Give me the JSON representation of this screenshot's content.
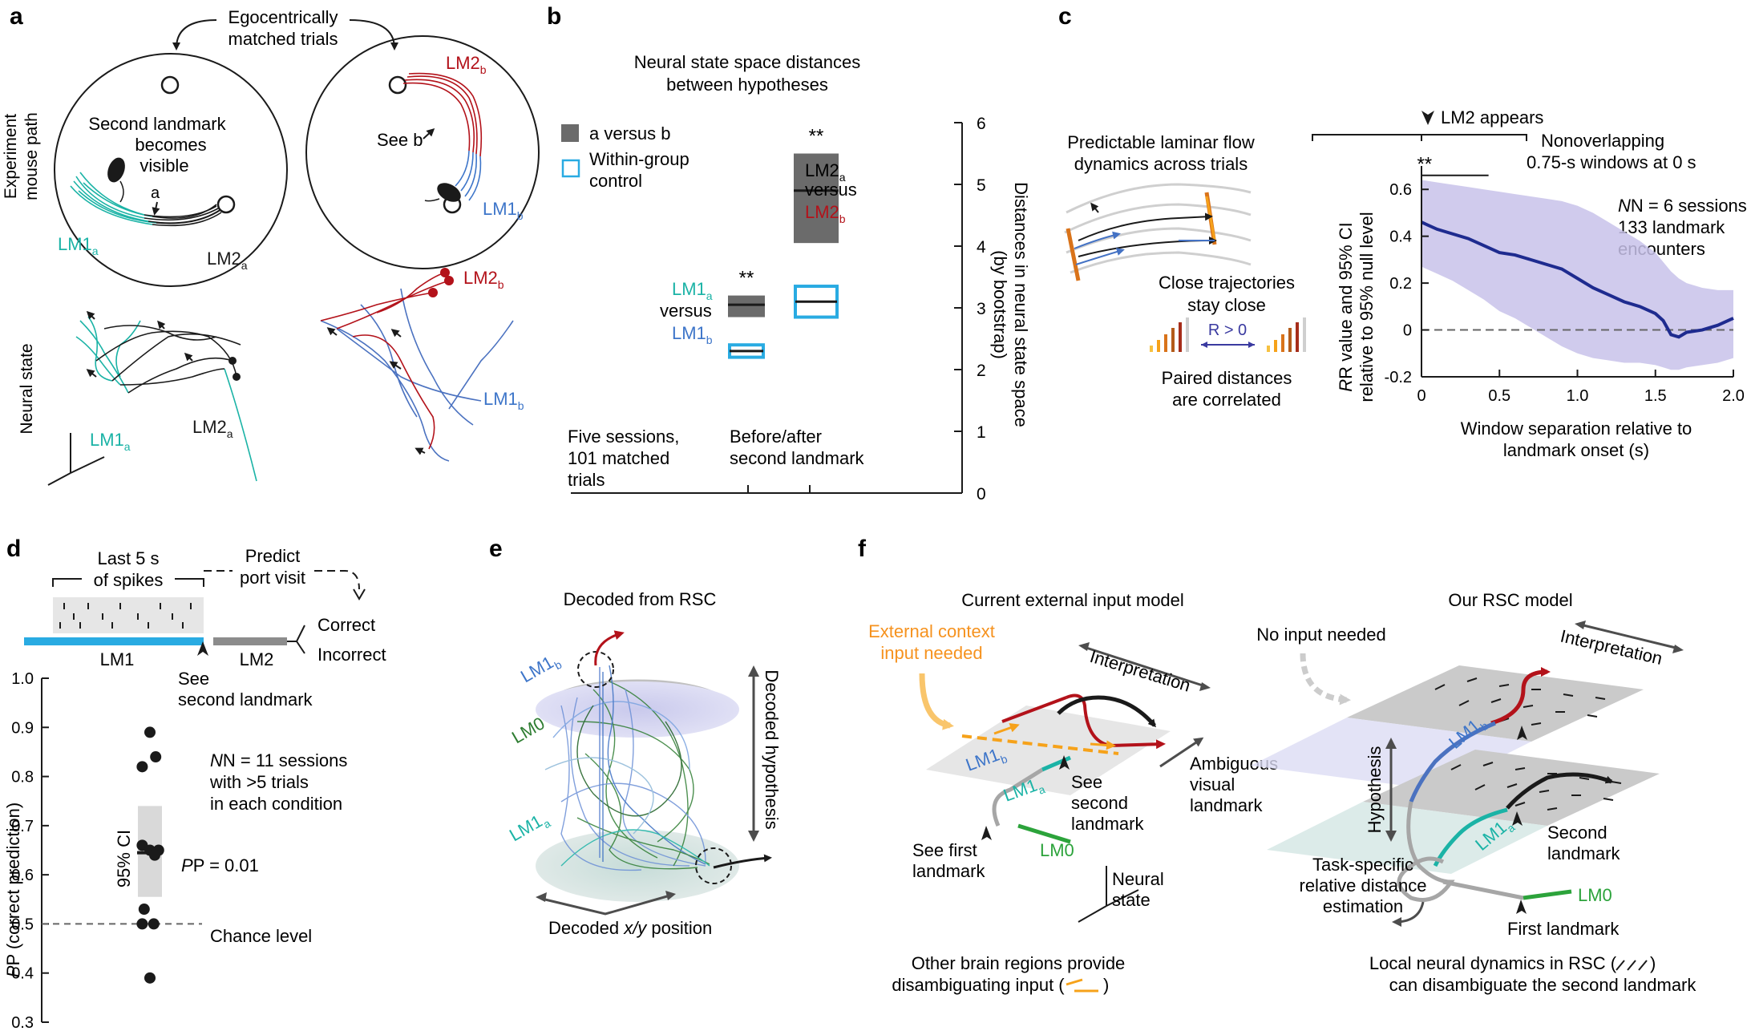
{
  "panels": {
    "a": {
      "label": "a",
      "header_line1": "Egocentrically",
      "header_line2": "matched trials",
      "ylabel_top_1": "Experiment",
      "ylabel_top_2": "mouse path",
      "ylabel_bottom": "Neural state",
      "second_landmark_1": "Second landmark",
      "second_landmark_2": "becomes",
      "second_landmark_3": "visible",
      "arrow_a": "a",
      "see_b": "See b",
      "lm1": "LM1",
      "lm2": "LM2",
      "sub_a": "a",
      "sub_b": "b",
      "colors": {
        "lm1a": "#1bb3a6",
        "lm2a": "#1a1a1a",
        "lm1b": "#3d75c9",
        "lm2b": "#b3121a"
      }
    },
    "b": {
      "label": "b",
      "title_1": "Neural state space distances",
      "title_2": "between hypotheses",
      "legend_ab": "a versus b",
      "legend_ctrl_1": "Within-group",
      "legend_ctrl_2": "control",
      "lm2a_versus_1": "LM2",
      "lm2a_versus_2": "versus",
      "lm2a_versus_3": "LM2",
      "lm1a_versus_1": "LM1",
      "lm1a_versus_2": "versus",
      "lm1a_versus_3": "LM1",
      "sub_a": "a",
      "sub_b": "b",
      "sig_before": "**",
      "sig_after": "**",
      "footer_left_1": "Five sessions,",
      "footer_left_2": "101 matched",
      "footer_left_3": "trials",
      "footer_right_1": "Before/after",
      "footer_right_2": "second landmark",
      "ylabel_1": "Distances in neural state space",
      "ylabel_2": "(by bootstrap)",
      "yticks": [
        "0",
        "1",
        "2",
        "3",
        "4",
        "5",
        "6"
      ]
    },
    "c": {
      "label": "c",
      "schema_title_1": "Predictable laminar flow",
      "schema_title_2": "dynamics across trials",
      "close_1": "Close trajectories",
      "close_2": "stay close",
      "r_label": "R > 0",
      "paired_1": "Paired distances",
      "paired_2": "are correlated",
      "lm2_appears": "LM2 appears",
      "nonoverlap_1": "Nonoverlapping",
      "nonoverlap_2": "0.75-s windows at 0 s",
      "n_line": "N = 6 sessions",
      "enc_line": "133 landmark",
      "enc_line2": "encounters",
      "sig": "**",
      "ylabel_1": "R value and 95% CI",
      "ylabel_2": "relative to 95% null level",
      "xlabel_1": "Window separation relative to",
      "xlabel_2": "landmark onset (s)",
      "yticks": [
        "-0.2",
        "0",
        "0.2",
        "0.4",
        "0.6"
      ],
      "xticks": [
        "0",
        "0.5",
        "1.0",
        "1.5",
        "2.0"
      ]
    },
    "d": {
      "label": "d",
      "last5_1": "Last 5 s",
      "last5_2": "of spikes",
      "predict_1": "Predict",
      "predict_2": "port visit",
      "correct": "Correct",
      "incorrect": "Incorrect",
      "lm1": "LM1",
      "lm2": "LM2",
      "see_1": "See",
      "see_2": "second landmark",
      "n_line1": "N = 11 sessions",
      "n_line2": "with >5 trials",
      "n_line3": "in each condition",
      "ci_label": "95% CI",
      "p_label": "P = 0.01",
      "chance": "Chance level",
      "ylabel": "P (correct prediction)",
      "yticks": [
        "0.3",
        "0.4",
        "0.5",
        "0.6",
        "0.7",
        "0.8",
        "0.9",
        "1.0"
      ]
    },
    "e": {
      "label": "e",
      "title": "Decoded from RSC",
      "lm1b": "LM1",
      "lm0": "LM0",
      "lm1a": "LM1",
      "sub_a": "a",
      "sub_b": "b",
      "ylabel": "Decoded hypothesis",
      "xlabel": "Decoded x/y position"
    },
    "f": {
      "label": "f",
      "left_title": "Current external input model",
      "ext_1": "External context",
      "ext_2": "input needed",
      "interp_left": "Interpretation",
      "ambig_1": "Ambiguous",
      "ambig_2": "visual",
      "ambig_3": "landmark",
      "lm1b": "LM1",
      "lm1a": "LM1",
      "sub_a": "a",
      "sub_b": "b",
      "see_second_1": "See",
      "see_second_2": "second",
      "see_second_3": "landmark",
      "see_first_1": "See first",
      "see_first_2": "landmark",
      "lm0": "LM0",
      "neural_1": "Neural",
      "neural_2": "state",
      "other_1": "Other brain regions provide",
      "other_2": "disambiguating input (",
      "other_3": ")",
      "right_title": "Our RSC model",
      "no_input": "No input needed",
      "interp_right": "Interpretation",
      "hypothesis": "Hypothesis",
      "second_1": "Second",
      "second_2": "landmark",
      "task_1": "Task-specific",
      "task_2": "relative distance",
      "task_3": "estimation",
      "lm0_r": "LM0",
      "first_lm": "First landmark",
      "local_1": "Local neural dynamics in RSC (",
      "local_2": ")",
      "local_3": "can disambiguate the second landmark"
    }
  },
  "chart_data": [
    {
      "type": "bar",
      "panel": "b",
      "categories": [
        "Before second landmark",
        "After second landmark"
      ],
      "series": [
        {
          "name": "a versus b",
          "values": [
            3.05,
            4.9
          ],
          "ci_low": [
            2.85,
            4.05
          ],
          "ci_high": [
            3.2,
            5.5
          ]
        },
        {
          "name": "Within-group control",
          "values": [
            2.3,
            3.1
          ],
          "ci_low": [
            2.2,
            2.85
          ],
          "ci_high": [
            2.4,
            3.35
          ]
        }
      ],
      "ylim": [
        0,
        6
      ],
      "significance": [
        "**",
        "**"
      ]
    },
    {
      "type": "line",
      "panel": "c",
      "x": [
        0,
        0.1,
        0.2,
        0.3,
        0.4,
        0.5,
        0.6,
        0.7,
        0.8,
        0.9,
        1.0,
        1.1,
        1.2,
        1.3,
        1.4,
        1.5,
        1.55,
        1.6,
        1.65,
        1.7,
        1.8,
        1.9,
        2.0
      ],
      "series": [
        {
          "values": [
            0.46,
            0.43,
            0.41,
            0.39,
            0.36,
            0.33,
            0.32,
            0.3,
            0.28,
            0.26,
            0.22,
            0.18,
            0.15,
            0.12,
            0.1,
            0.07,
            0.04,
            -0.02,
            -0.03,
            -0.01,
            0.0,
            0.02,
            0.05
          ],
          "ci_low": [
            0.27,
            0.24,
            0.21,
            0.17,
            0.13,
            0.08,
            0.05,
            0.01,
            -0.03,
            -0.07,
            -0.1,
            -0.12,
            -0.13,
            -0.14,
            -0.14,
            -0.15,
            -0.16,
            -0.17,
            -0.17,
            -0.16,
            -0.15,
            -0.14,
            -0.12
          ],
          "ci_high": [
            0.64,
            0.63,
            0.62,
            0.61,
            0.6,
            0.59,
            0.58,
            0.57,
            0.56,
            0.55,
            0.53,
            0.5,
            0.46,
            0.42,
            0.38,
            0.33,
            0.29,
            0.25,
            0.22,
            0.2,
            0.18,
            0.17,
            0.17
          ]
        }
      ],
      "ylim": [
        -0.2,
        0.7
      ],
      "xlim": [
        0,
        2.0
      ],
      "reference_y": 0,
      "significance_span": [
        0,
        0.43
      ]
    },
    {
      "type": "scatter",
      "panel": "d",
      "values": [
        0.89,
        0.84,
        0.82,
        0.66,
        0.65,
        0.65,
        0.64,
        0.53,
        0.5,
        0.5,
        0.39
      ],
      "x_offsets": [
        0,
        0.6,
        -0.8,
        -0.8,
        0,
        0.9,
        0.5,
        -0.6,
        -0.8,
        0.4,
        0
      ],
      "mean": 0.645,
      "ci": [
        0.555,
        0.74
      ],
      "chance": 0.5,
      "ylim": [
        0.3,
        1.0
      ]
    }
  ]
}
